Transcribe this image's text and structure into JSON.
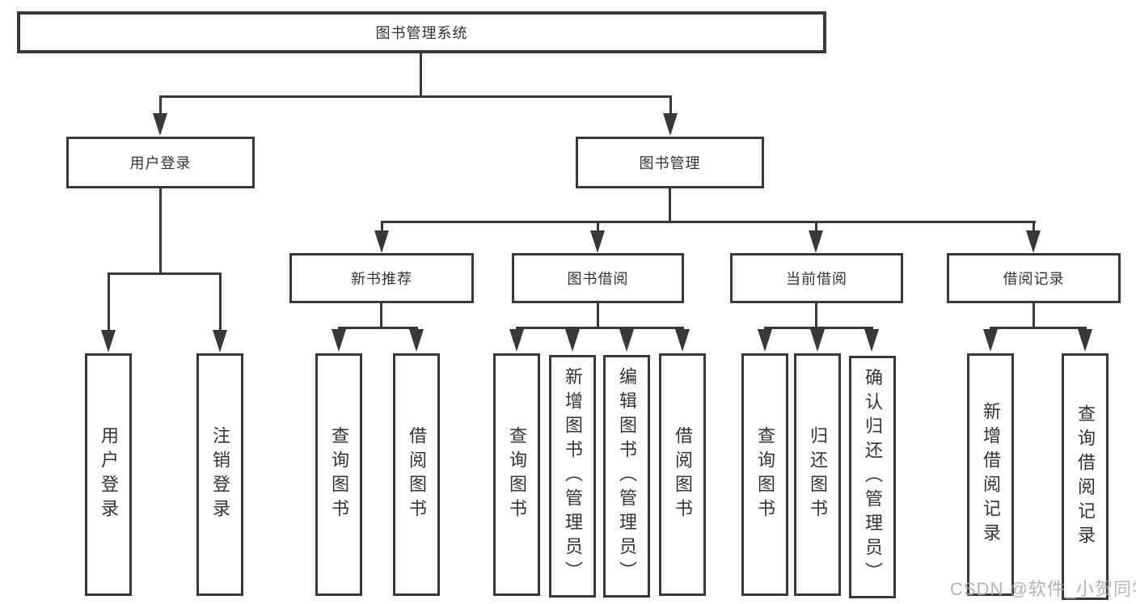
{
  "colors": {
    "line": "#383838",
    "text": "#333333",
    "background": "#ffffff",
    "watermark": "#a9aab4"
  },
  "nodes": {
    "root": {
      "label": "图书管理系统"
    },
    "level2": [
      {
        "label": "用户登录"
      },
      {
        "label": "图书管理"
      }
    ],
    "level3": [
      {
        "label": "新书推荐"
      },
      {
        "label": "图书借阅"
      },
      {
        "label": "当前借阅"
      },
      {
        "label": "借阅记录"
      }
    ],
    "leaves": {
      "user_login": [
        {
          "label": "用户登录"
        },
        {
          "label": "注销登录"
        }
      ],
      "new_book_recommend": [
        {
          "label": "查询图书"
        },
        {
          "label": "借阅图书"
        }
      ],
      "book_borrow": [
        {
          "label": "查询图书"
        },
        {
          "label": "新增图书（管理员）"
        },
        {
          "label": "编辑图书（管理员）"
        },
        {
          "label": "借阅图书"
        }
      ],
      "current_borrow": [
        {
          "label": "查询图书"
        },
        {
          "label": "归还图书"
        },
        {
          "label": "确认归还（管理员）"
        }
      ],
      "borrow_records": [
        {
          "label": "新增借阅记录"
        },
        {
          "label": "查询借阅记录"
        }
      ]
    }
  },
  "watermark": {
    "text": "CSDN @软件_小贺同学"
  }
}
